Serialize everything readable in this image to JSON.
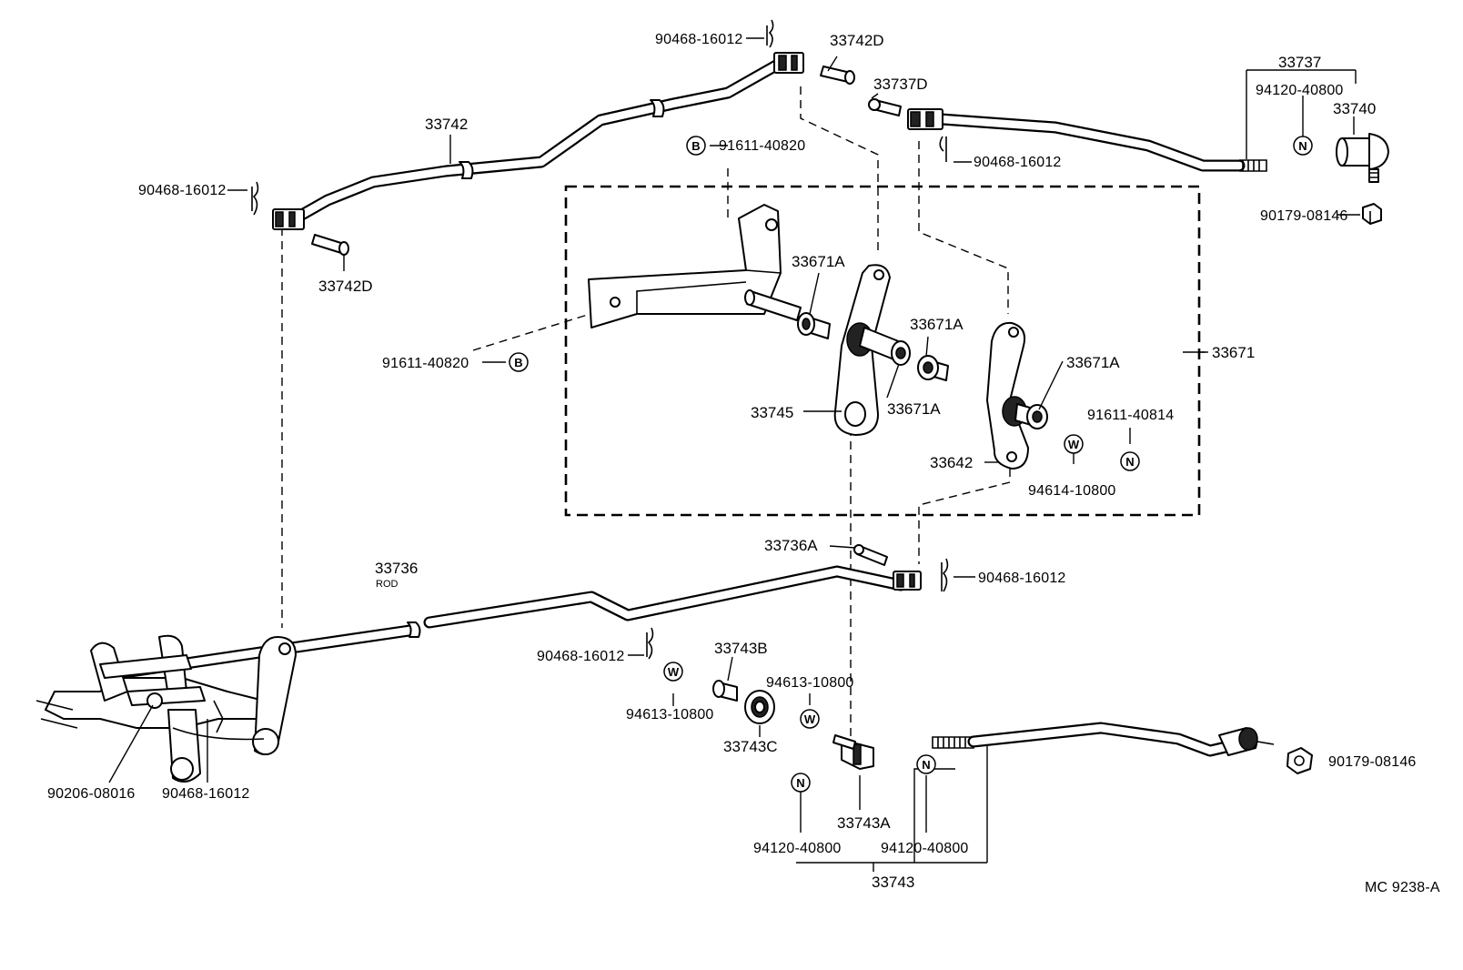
{
  "labels": {
    "clip_top": "90468-16012",
    "pin_top_right": "33742D",
    "rod_upper": "33742",
    "clip_left": "90468-16012",
    "pin_left": "33742D",
    "bolt_33737d": "33737D",
    "rod_33737": "33737",
    "nut_94120_top": "94120-40800",
    "joint_33740": "33740",
    "clip_right_top": "90468-16012",
    "nut_90179_top": "90179-08146",
    "bolt_b_top": "91611-40820",
    "bolt_b_left": "91611-40820",
    "bush_1": "33671A",
    "bush_2": "33671A",
    "bush_3": "33671A",
    "bush_4": "33671A",
    "lever_33745": "33745",
    "lever_33642": "33642",
    "assy_33671": "33671",
    "bolt_91611_40814": "91611-40814",
    "washer_94614": "94614-10800",
    "bolt_33736a": "33736A",
    "rod_lower": "33736",
    "rod_lower_sub": "ROD",
    "clip_right_mid": "90468-16012",
    "clip_mid": "90468-16012",
    "bush_33743b": "33743B",
    "washer_94613_a": "94613-10800",
    "washer_94613_b": "94613-10800",
    "bush_33743c": "33743C",
    "pin_90206": "90206-08016",
    "clip_bottom": "90468-16012",
    "clamp_33743a": "33743A",
    "nut_94120_left": "94120-40800",
    "nut_94120_right": "94120-40800",
    "rod_33743": "33743",
    "nut_90179_bottom": "90179-08146",
    "figure_code": "MC  9238-A"
  },
  "symbols": {
    "b_top": "B",
    "b_left": "B",
    "n_top": "N",
    "n_mid": "N",
    "w_mid": "W",
    "w_left": "W",
    "w_center": "W",
    "n_bottom_left": "N",
    "n_bottom_right": "N"
  }
}
